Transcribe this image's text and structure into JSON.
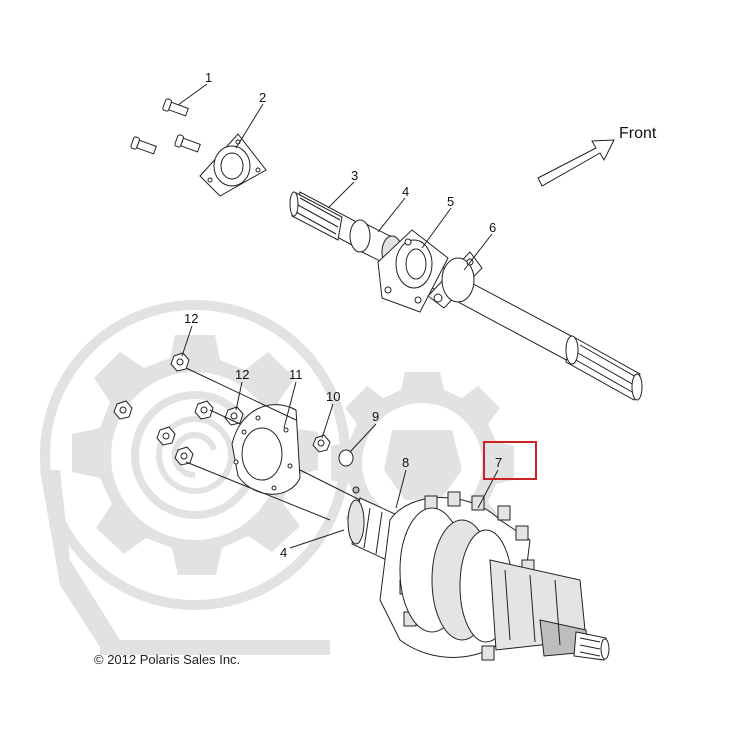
{
  "diagram": {
    "front_label": "Front",
    "copyright": "© 2012 Polaris Sales Inc.",
    "highlight_color": "#cc2222",
    "callouts": [
      {
        "id": "1",
        "label": "1"
      },
      {
        "id": "2",
        "label": "2"
      },
      {
        "id": "3",
        "label": "3"
      },
      {
        "id": "4a",
        "label": "4"
      },
      {
        "id": "5",
        "label": "5"
      },
      {
        "id": "6",
        "label": "6"
      },
      {
        "id": "12a",
        "label": "12"
      },
      {
        "id": "12b",
        "label": "12"
      },
      {
        "id": "11",
        "label": "11"
      },
      {
        "id": "10",
        "label": "10"
      },
      {
        "id": "9",
        "label": "9"
      },
      {
        "id": "8",
        "label": "8"
      },
      {
        "id": "7",
        "label": "7",
        "highlighted": true
      },
      {
        "id": "4b",
        "label": "4"
      }
    ]
  }
}
